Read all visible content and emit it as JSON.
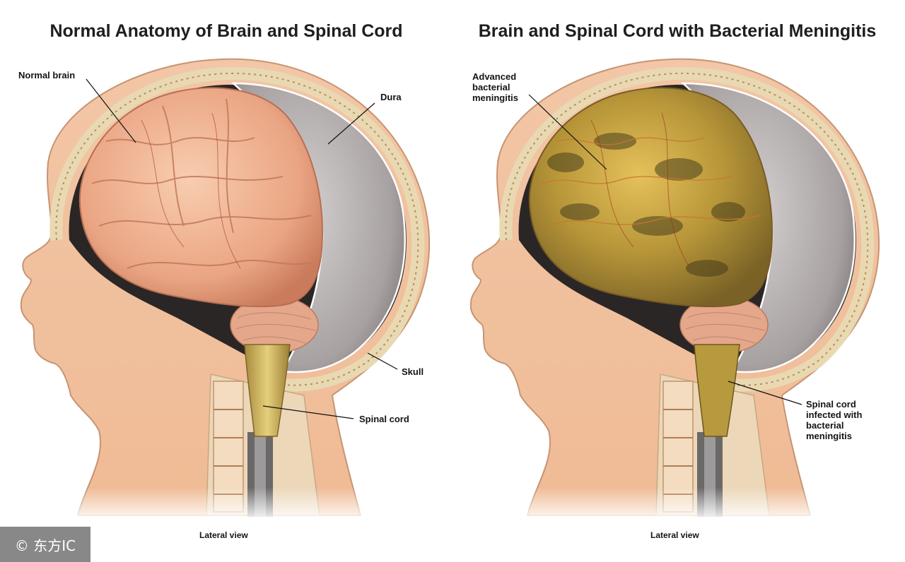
{
  "left_panel": {
    "title": "Normal Anatomy of Brain and Spinal Cord",
    "labels": {
      "normal_brain": "Normal brain",
      "dura": "Dura",
      "skull": "Skull",
      "spinal_cord": "Spinal cord"
    },
    "view": "Lateral view"
  },
  "right_panel": {
    "title": "Brain and Spinal Cord with Bacterial Meningitis",
    "labels": {
      "advanced_meningitis": "Advanced\nbacterial\nmeningitis",
      "infected_cord": "Spinal cord\ninfected with\nbacterial\nmeningitis"
    },
    "view": "Lateral view"
  },
  "watermark": "© 东方IC",
  "colors": {
    "skin": "#f1c29f",
    "brain_normal": "#f0b08e",
    "brain_infected": "#c9a548",
    "dura": "#a9a3a4",
    "spinal_cord": "#d8c06a"
  }
}
